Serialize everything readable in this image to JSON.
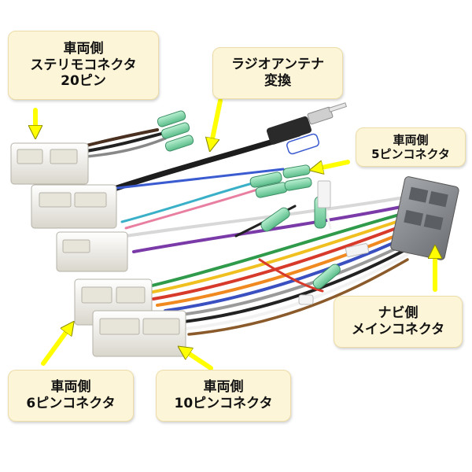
{
  "callouts": {
    "stereo_20pin": {
      "lines": [
        "車両側",
        "ステリモコネクタ",
        "20ピン"
      ]
    },
    "radio_antenna": {
      "lines": [
        "ラジオアンテナ",
        "変換"
      ]
    },
    "vehicle_5pin": {
      "lines": [
        "車両側",
        "5ピンコネクタ"
      ]
    },
    "navi_main": {
      "lines": [
        "ナビ側",
        "メインコネクタ"
      ]
    },
    "vehicle_6pin": {
      "lines": [
        "車両側",
        "6ピンコネクタ"
      ]
    },
    "vehicle_10pin": {
      "lines": [
        "車両側",
        "10ピンコネクタ"
      ]
    }
  },
  "colors": {
    "callout_fill": "#fdf5d8",
    "arrow": "#ffff00",
    "connector_white": "#f3f1ea",
    "connector_gray": "#8c8f93",
    "terminal_green": "#7fd1a6"
  },
  "wire_colors": [
    "#222222",
    "#d73a2a",
    "#f0c020",
    "#3a4fc0",
    "#2e9a4a",
    "#7a3aa8",
    "#f08a20",
    "#9a9a9a",
    "#8a5a2a",
    "#ffffff",
    "#3ab0c8",
    "#e8e8e8"
  ]
}
